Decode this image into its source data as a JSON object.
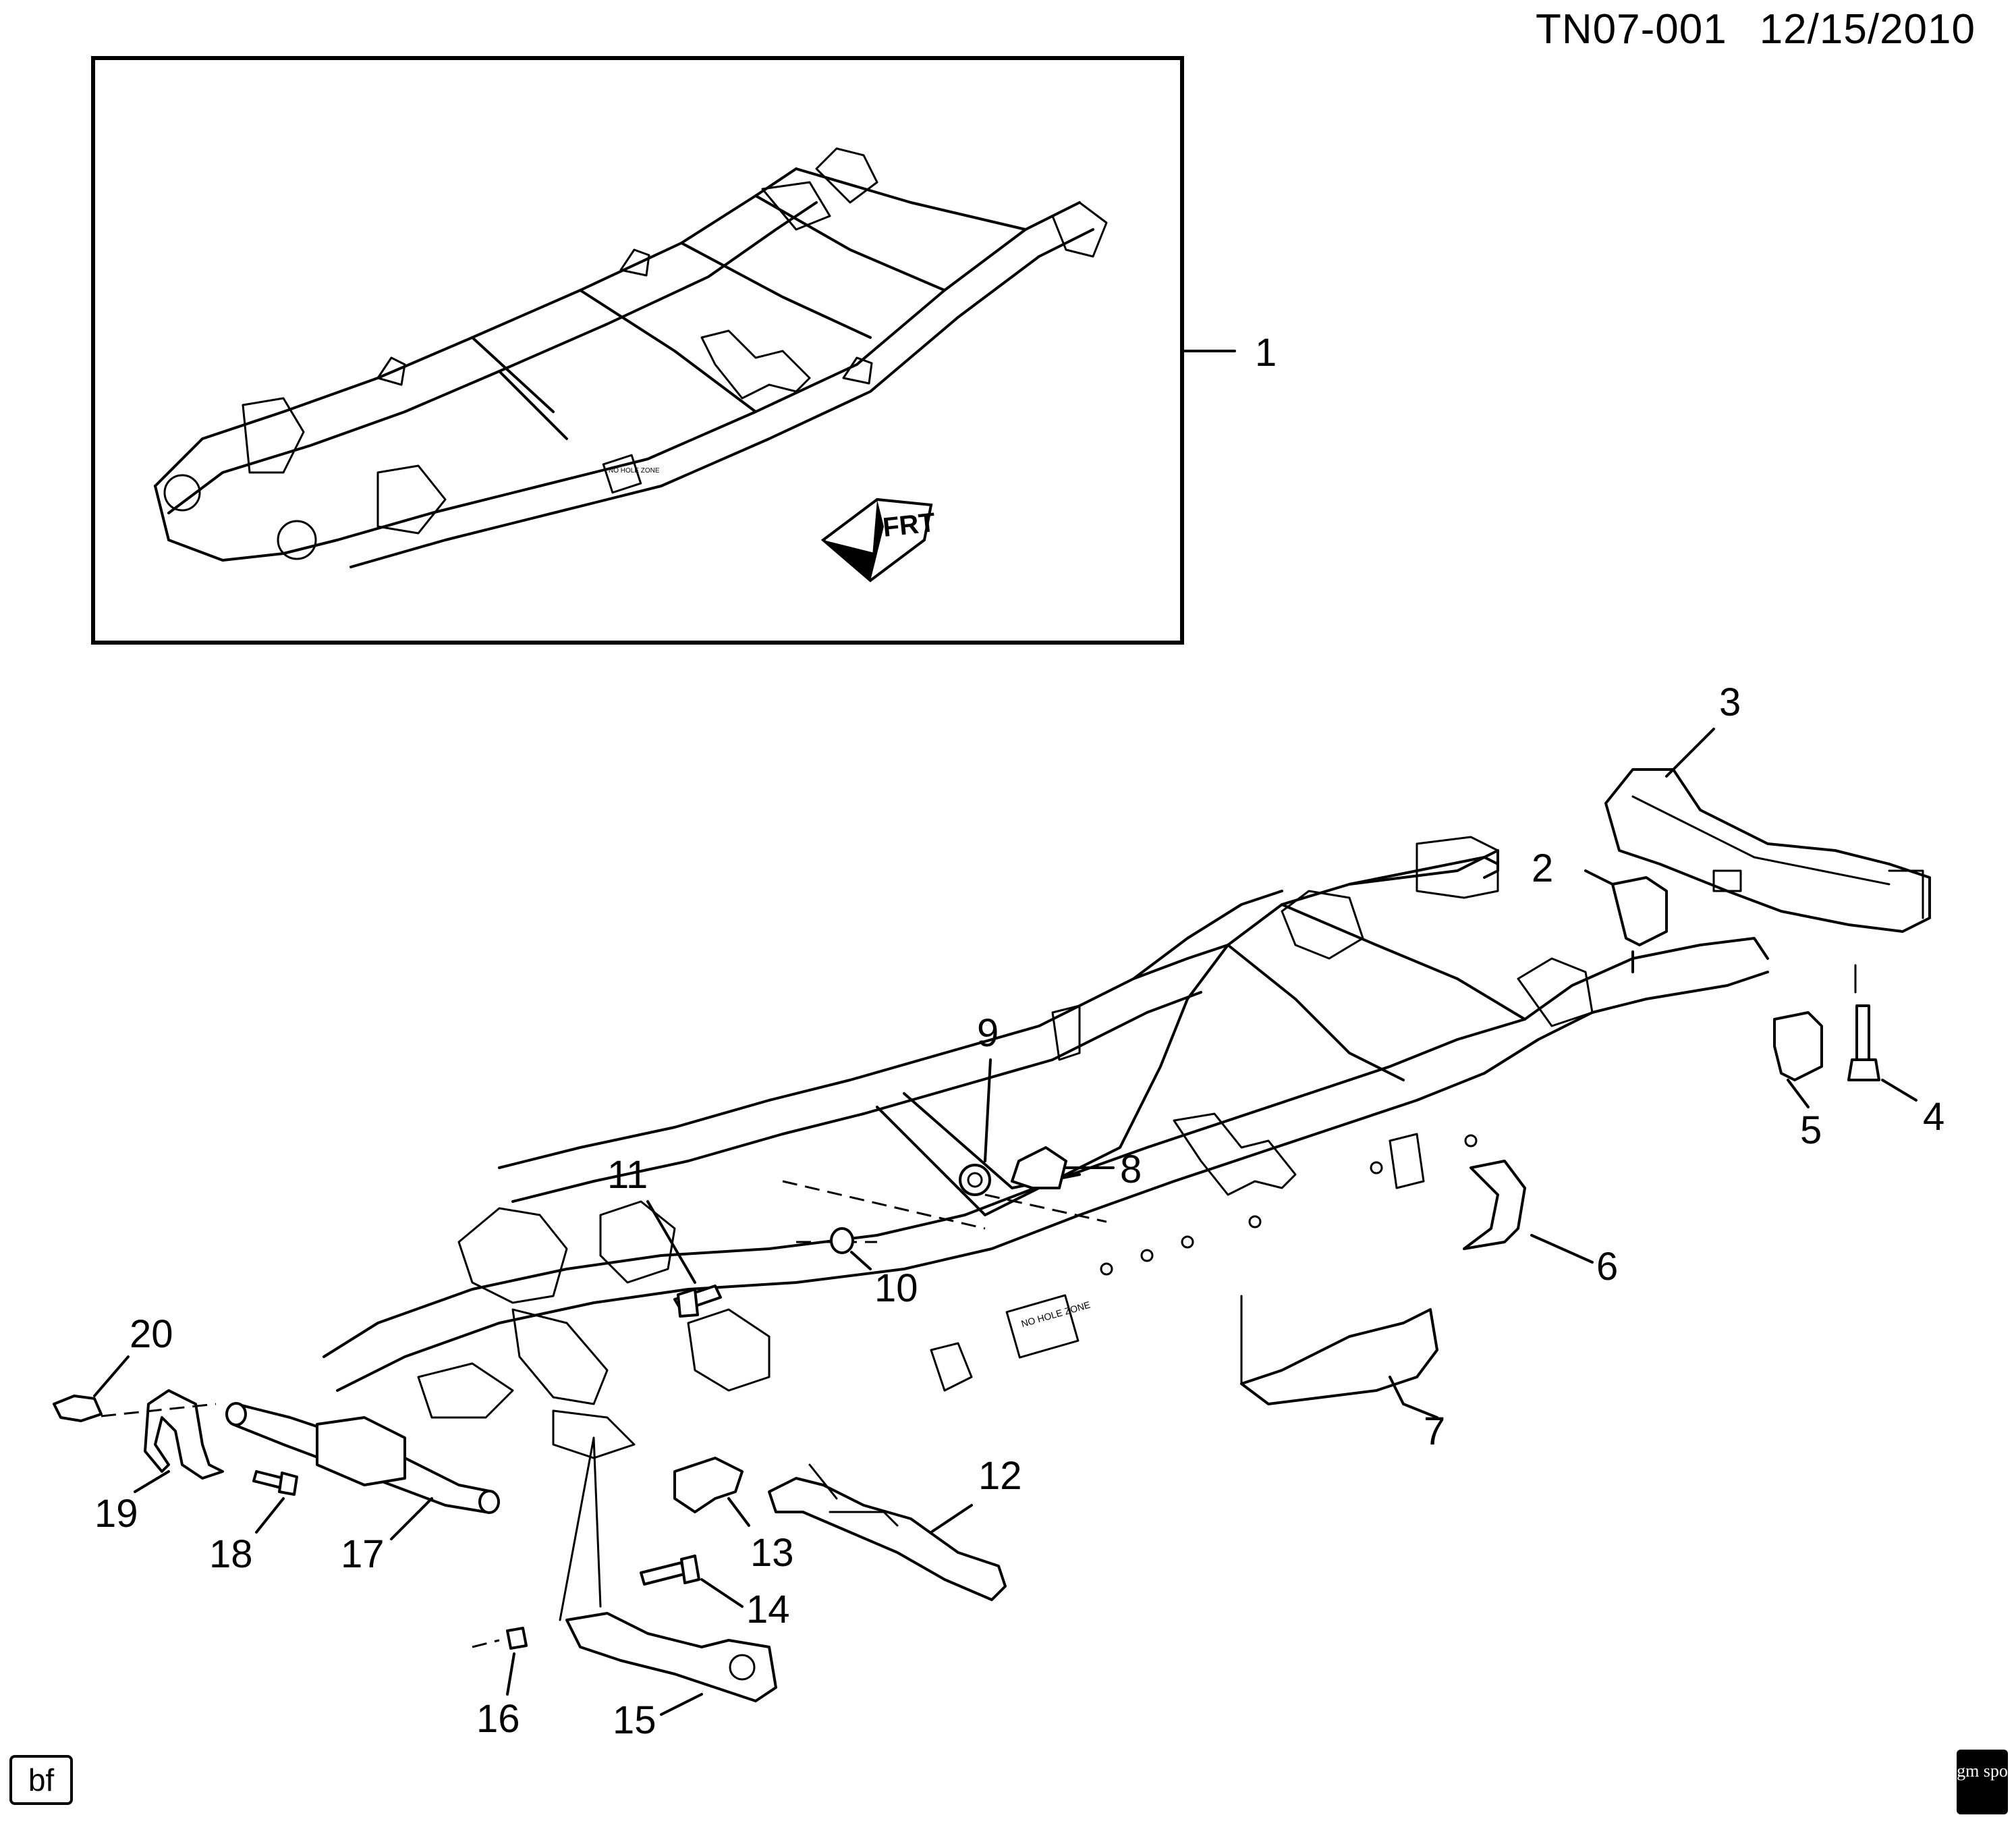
{
  "header": {
    "code": "TN07-001",
    "date": "12/15/2010"
  },
  "inset": {
    "frt_label": "FRT",
    "no_hole_zone": "NO HOLE ZONE"
  },
  "main_frame": {
    "no_hole_zone": "NO HOLE ZONE"
  },
  "callouts": [
    "1",
    "2",
    "3",
    "4",
    "5",
    "6",
    "7",
    "8",
    "9",
    "10",
    "11",
    "12",
    "13",
    "14",
    "15",
    "16",
    "17",
    "18",
    "19",
    "20"
  ],
  "footer": {
    "artist_initials": "bf",
    "logo_text": "gm spo"
  }
}
